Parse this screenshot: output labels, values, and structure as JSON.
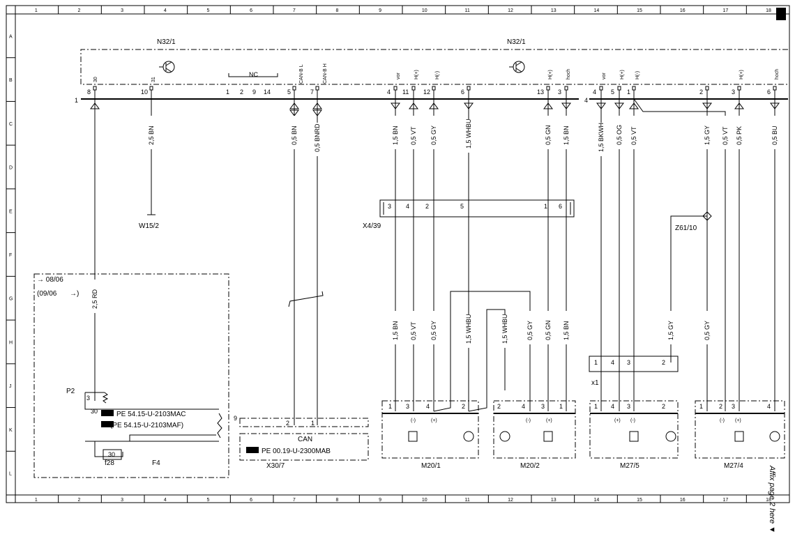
{
  "colors": {
    "line": "#000000",
    "background": "#ffffff"
  },
  "grid": {
    "cols": [
      "1",
      "2",
      "3",
      "4",
      "5",
      "6",
      "7",
      "8",
      "9",
      "10",
      "11",
      "12",
      "13",
      "14",
      "15",
      "16",
      "17",
      "18"
    ],
    "rows": [
      "A",
      "B",
      "C",
      "D",
      "E",
      "F",
      "G",
      "H",
      "J",
      "K",
      "L"
    ]
  },
  "components": {
    "n32_left": "N32/1",
    "n32_right": "N32/1",
    "w15": "W15/2",
    "x4": "X4/39",
    "z61": "Z61/10",
    "x30": "X30/7",
    "x1": "x1",
    "f4": "F4",
    "f28": "f28",
    "p2": "P2",
    "m20_1": "M20/1",
    "m20_2": "M20/2",
    "m27_5": "M27/5",
    "m27_4": "M27/4",
    "can": "CAN",
    "nc": "NC"
  },
  "notes": {
    "date_to": "→ 08/06",
    "date_from": "(09/06",
    "date_from_arrow": "→)",
    "ref_mac": "PE 54.15-U-2103MAC",
    "ref_maf": "(PE 54.15-U-2103MAF)",
    "ref_can": "PE 00.19-U-2300MAB",
    "affix": "Affix page 2 here ▼"
  },
  "connector_pins": {
    "n32_left": [
      "8",
      "10",
      "1",
      "2",
      "9",
      "14",
      "5",
      "7"
    ],
    "n32_left_top": [
      "30",
      "31",
      "CAN-B L",
      "CAN-B H"
    ],
    "n32_mid": [
      "4",
      "11",
      "12",
      "6",
      "13",
      "3"
    ],
    "n32_mid_top": [
      "vor",
      "H(+)",
      "H(-)",
      "H(+)",
      "hoch"
    ],
    "n32_right": [
      "4",
      "5",
      "1",
      "2",
      "3",
      "6"
    ],
    "n32_right_top": [
      "vor",
      "H(+)",
      "H(-)",
      "H(+)",
      "hoch"
    ],
    "x4": [
      "3",
      "4",
      "2",
      "5",
      "1",
      "6"
    ],
    "x1": [
      "1",
      "4",
      "3",
      "2"
    ],
    "x30": [
      "2",
      "1"
    ],
    "m20_1": [
      "1",
      "3",
      "4",
      "2"
    ],
    "m20_2": [
      "2",
      "4",
      "3",
      "1"
    ],
    "m27_5": [
      "1",
      "4",
      "3",
      "2"
    ],
    "m27_4": [
      "1",
      "2",
      "3",
      "4"
    ],
    "p2": [
      "3",
      "30"
    ],
    "f28_val": "30",
    "edge_labels": [
      "1",
      "4",
      "9"
    ]
  },
  "wires": {
    "w30_top": "2,5 RD",
    "w31": "2,5 BN",
    "can_l": "0,5 BN",
    "can_h": "0,5 BNRD",
    "m1": "1,5 BN",
    "m2": "0,5 VT",
    "m3": "0,5 GY",
    "m4": "1,5 WHBU",
    "m5": "0,5 GN",
    "m6": "1,5 BN",
    "r1": "1,5 BKWH",
    "r2": "0,5 OG",
    "r3": "0,5 VT",
    "r4": "1,5 GY",
    "r5": "0,5 VT",
    "r6": "0,5 PK",
    "r7": "0,5 BU",
    "h1": "1,5 BN",
    "h2": "0,5 VT",
    "h3": "0,5 GY",
    "h4": "1,5 WHBU",
    "h5": "1,5 WHBU",
    "h6": "0,5 GY",
    "h7": "0,5 GN",
    "h8": "1,5 BN",
    "h9": "1,5 GY",
    "h10": "0,5 GY"
  },
  "polarity": {
    "minus": "(-)",
    "plus": "(+)"
  }
}
